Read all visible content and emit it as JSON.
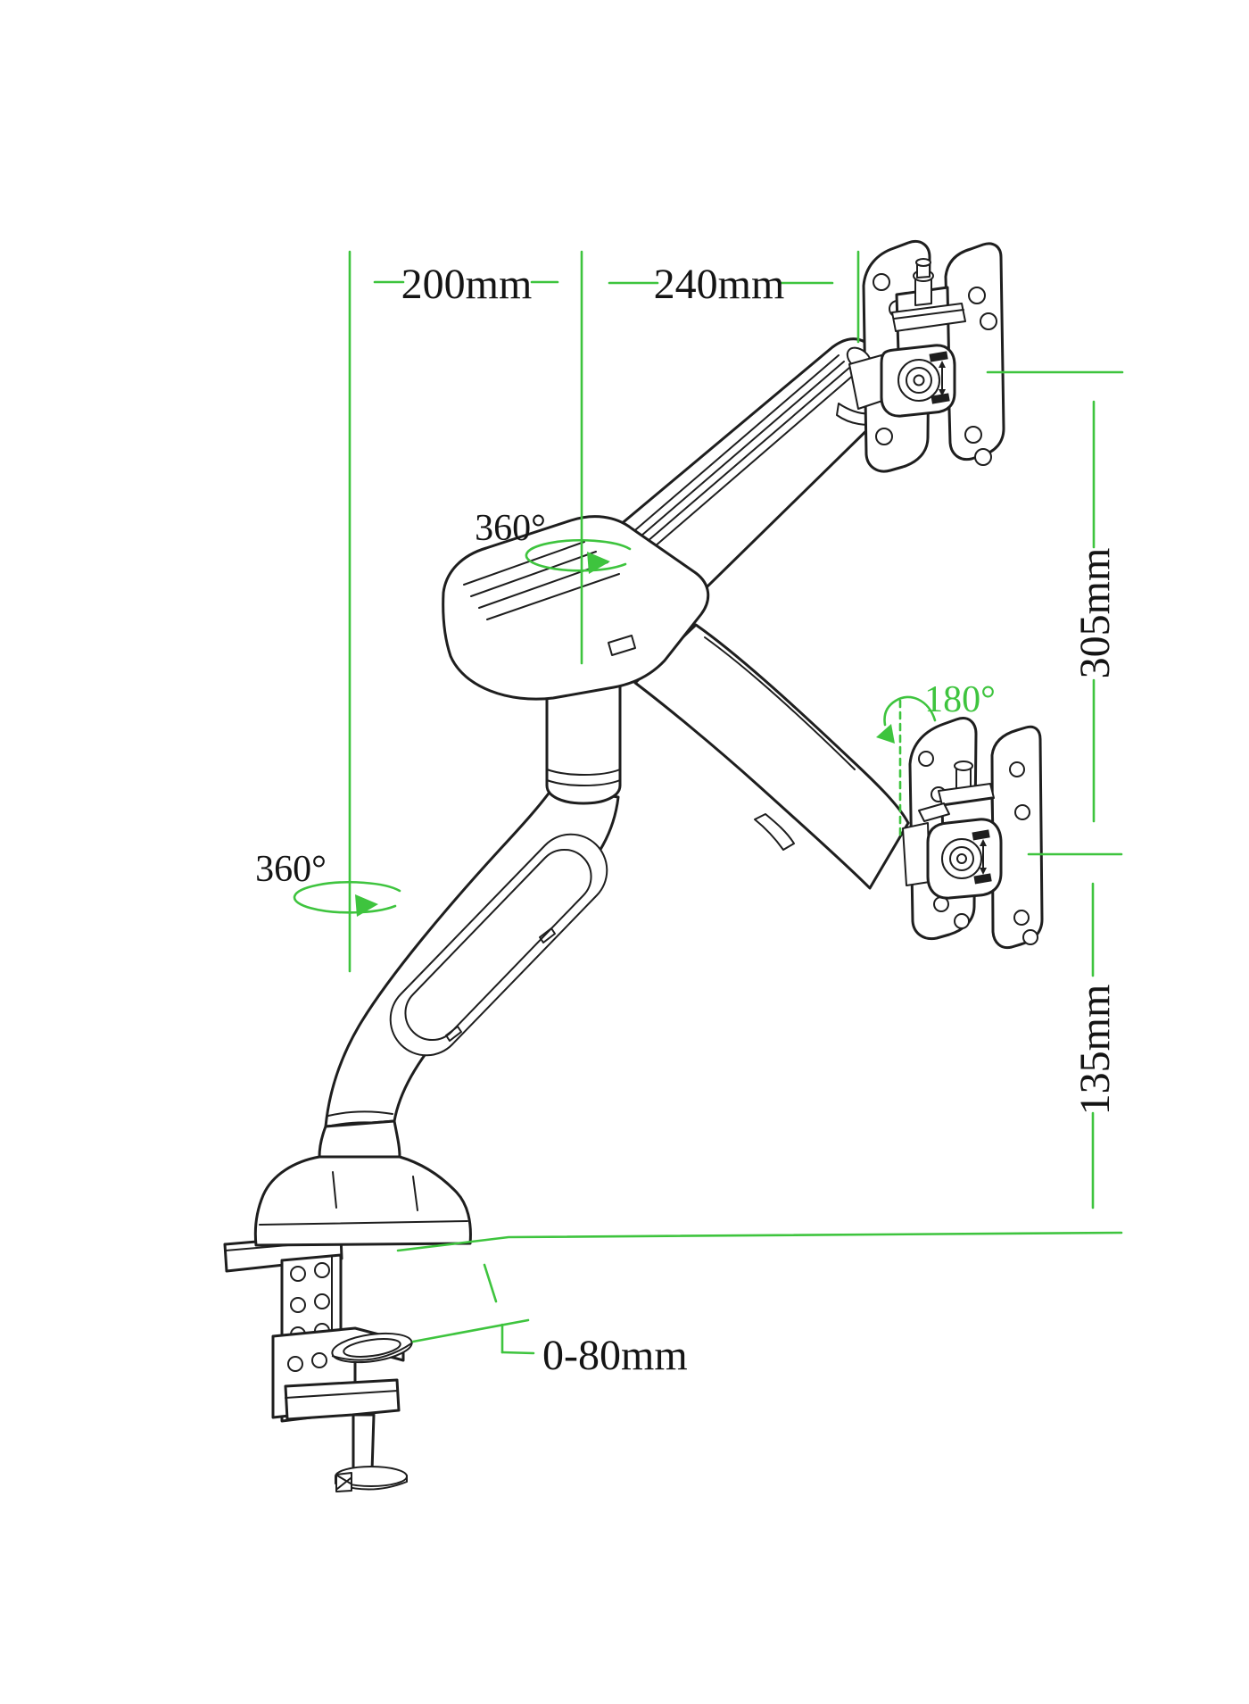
{
  "diagram": {
    "title": "Gas-spring dual-joint monitor desk mount dimension drawing",
    "colors": {
      "annotation_green": "#3ec43e",
      "line_ink": "#1e1e1e",
      "background": "#ffffff"
    },
    "dimensions": {
      "horizontal_left": "200mm",
      "horizontal_right": "240mm",
      "vertical_upper": "305mm",
      "vertical_lower": "135mm",
      "clamp_thickness_range": "0-80mm"
    },
    "rotations": {
      "elbow_swivel": "360°",
      "base_swivel": "360°",
      "vesa_head_swivel": "180°"
    }
  }
}
